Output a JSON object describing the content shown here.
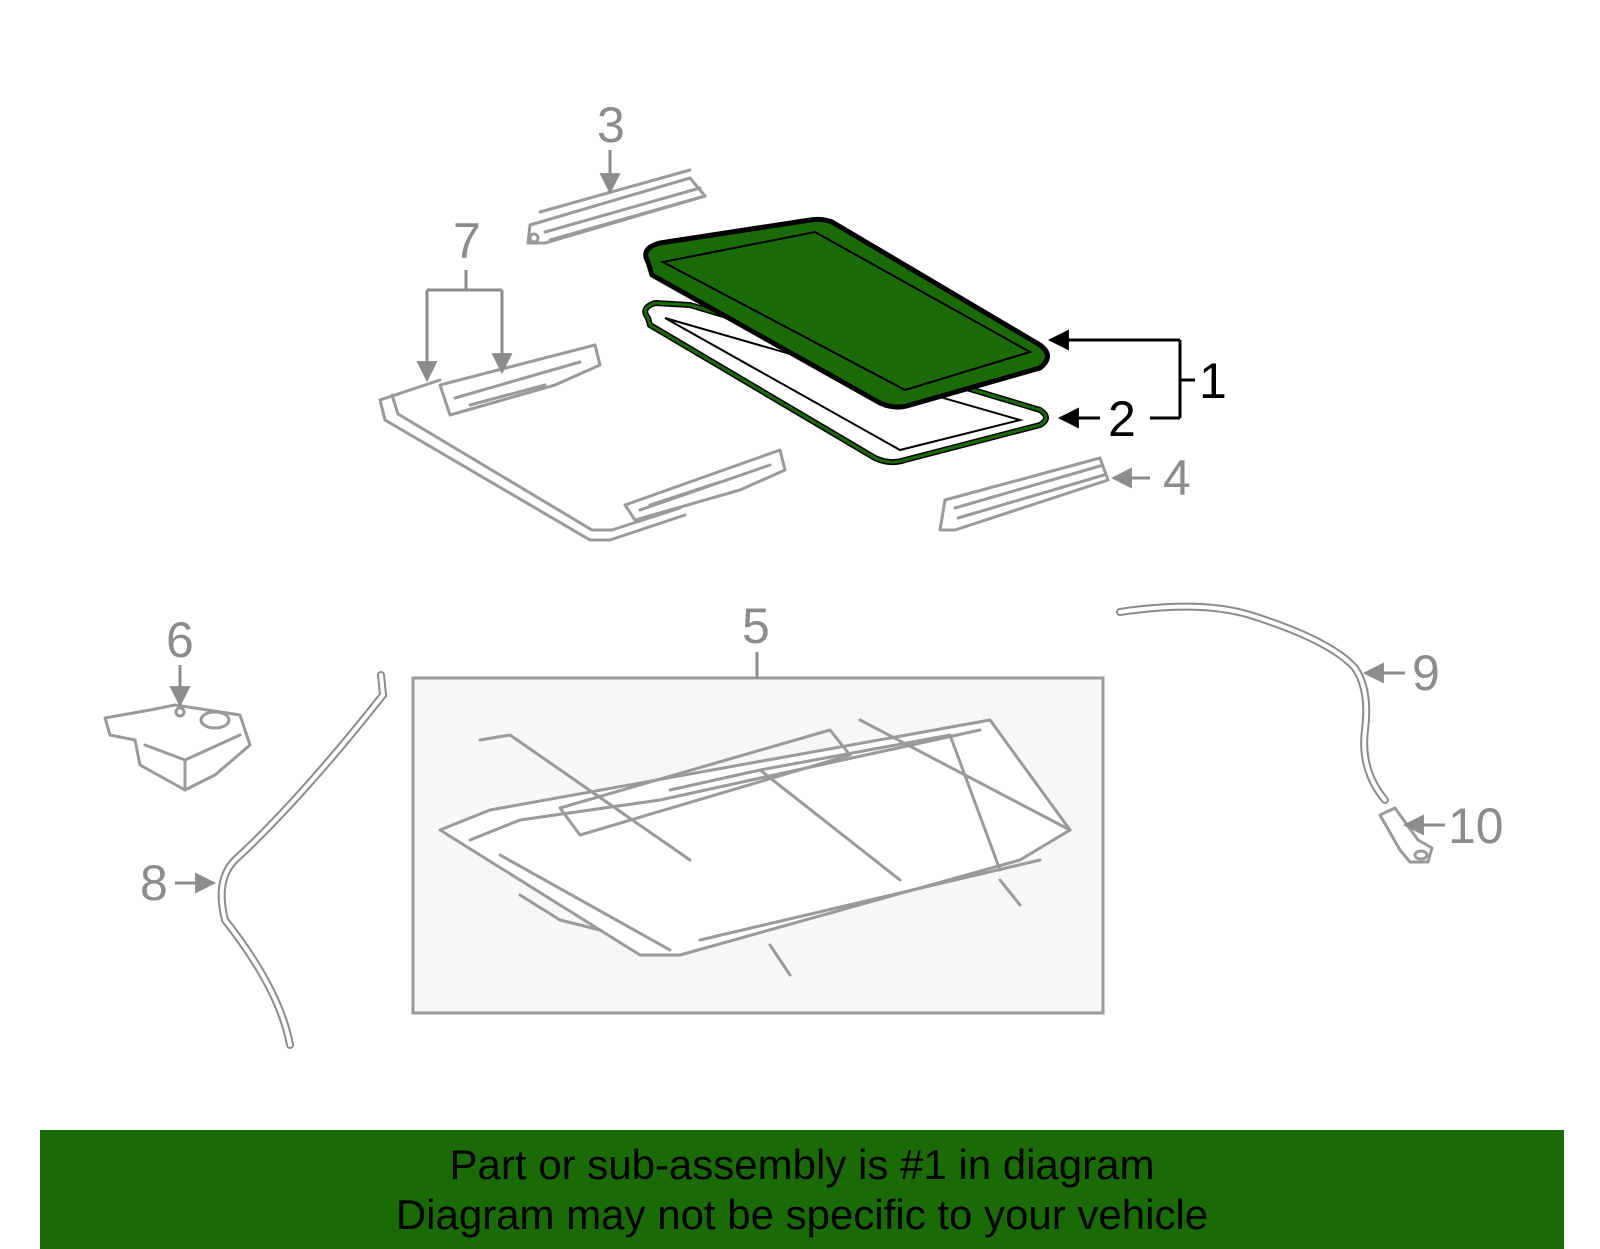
{
  "callouts": {
    "c1": "1",
    "c2": "2",
    "c3": "3",
    "c4": "4",
    "c5": "5",
    "c6": "6",
    "c7": "7",
    "c8": "8",
    "c9": "9",
    "c10": "10"
  },
  "highlight": {
    "part": "1",
    "color": "#1a6b06"
  },
  "banner": {
    "line1": "Part or sub-assembly is #1 in diagram",
    "line2": "Diagram may not be specific to your vehicle",
    "background": "#1a6b06"
  }
}
